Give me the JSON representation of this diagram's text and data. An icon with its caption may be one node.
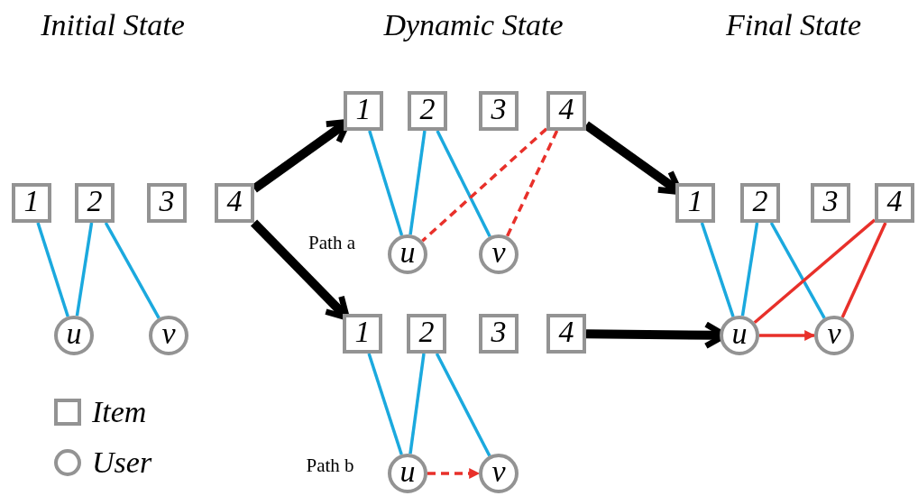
{
  "diagram": {
    "nodes": [
      {
        "text": [
          "1"
        ]
      },
      {
        "text": [
          "2"
        ]
      },
      {
        "text": [
          "3"
        ]
      },
      {
        "text": [
          "4"
        ]
      },
      {
        "text": [
          "u"
        ]
      },
      {
        "text": [
          "v"
        ]
      },
      {
        "text": [
          "1"
        ]
      },
      {
        "text": [
          "2"
        ]
      },
      {
        "text": [
          "3"
        ]
      },
      {
        "text": [
          "4"
        ]
      },
      {
        "text": [
          "u"
        ]
      },
      {
        "text": [
          "v"
        ]
      },
      {
        "text": [
          "1"
        ]
      },
      {
        "text": [
          "2"
        ]
      },
      {
        "text": [
          "3"
        ]
      },
      {
        "text": [
          "4"
        ]
      },
      {
        "text": [
          "u"
        ]
      },
      {
        "text": [
          "v"
        ]
      },
      {
        "text": [
          "1"
        ]
      },
      {
        "text": [
          "2"
        ]
      },
      {
        "text": [
          "3"
        ]
      },
      {
        "text": [
          "4"
        ]
      },
      {
        "text": [
          "u"
        ]
      },
      {
        "text": [
          "v"
        ]
      }
    ],
    "edges": [
      {
        "from": 0,
        "to": 4,
        "arrow": "none"
      },
      {
        "from": 1,
        "to": 4,
        "arrow": "none"
      },
      {
        "from": 1,
        "to": 5,
        "arrow": "none"
      },
      {
        "from": 6,
        "to": 10,
        "arrow": "none"
      },
      {
        "from": 7,
        "to": 10,
        "arrow": "none"
      },
      {
        "from": 7,
        "to": 11,
        "arrow": "none"
      },
      {
        "from": 9,
        "to": 10,
        "arrow": "none",
        "style": "dashed",
        "color": "#e8302a"
      },
      {
        "from": 9,
        "to": 11,
        "arrow": "none",
        "style": "dashed",
        "color": "#e8302a"
      },
      {
        "from": 12,
        "to": 16,
        "arrow": "none"
      },
      {
        "from": 13,
        "to": 16,
        "arrow": "none"
      },
      {
        "from": 13,
        "to": 17,
        "arrow": "none"
      },
      {
        "from": 16,
        "to": 17,
        "arrow": "to",
        "style": "dashed",
        "color": "#e8302a"
      },
      {
        "from": 18,
        "to": 22,
        "arrow": "none"
      },
      {
        "from": 19,
        "to": 22,
        "arrow": "none"
      },
      {
        "from": 19,
        "to": 23,
        "arrow": "none"
      },
      {
        "from": 21,
        "to": 22,
        "arrow": "none",
        "color": "#e8302a"
      },
      {
        "from": 21,
        "to": 23,
        "arrow": "none",
        "color": "#e8302a"
      },
      {
        "from": 22,
        "to": 23,
        "arrow": "to",
        "color": "#e8302a"
      },
      {
        "from": 3,
        "to": 6,
        "arrow": "to",
        "style": "thick",
        "color": "#000000"
      },
      {
        "from": 3,
        "to": 12,
        "arrow": "to",
        "style": "thick",
        "color": "#000000"
      },
      {
        "from": 9,
        "to": 18,
        "arrow": "to",
        "style": "thick",
        "color": "#000000"
      },
      {
        "from": 15,
        "to": 22,
        "arrow": "to",
        "style": "thick",
        "color": "#000000"
      }
    ],
    "labels": [
      "Initial State",
      "Dynamic State",
      "Final State",
      "Path a",
      "Path b"
    ],
    "legend": [
      {
        "text": "Item"
      },
      {
        "text": "User"
      }
    ]
  }
}
